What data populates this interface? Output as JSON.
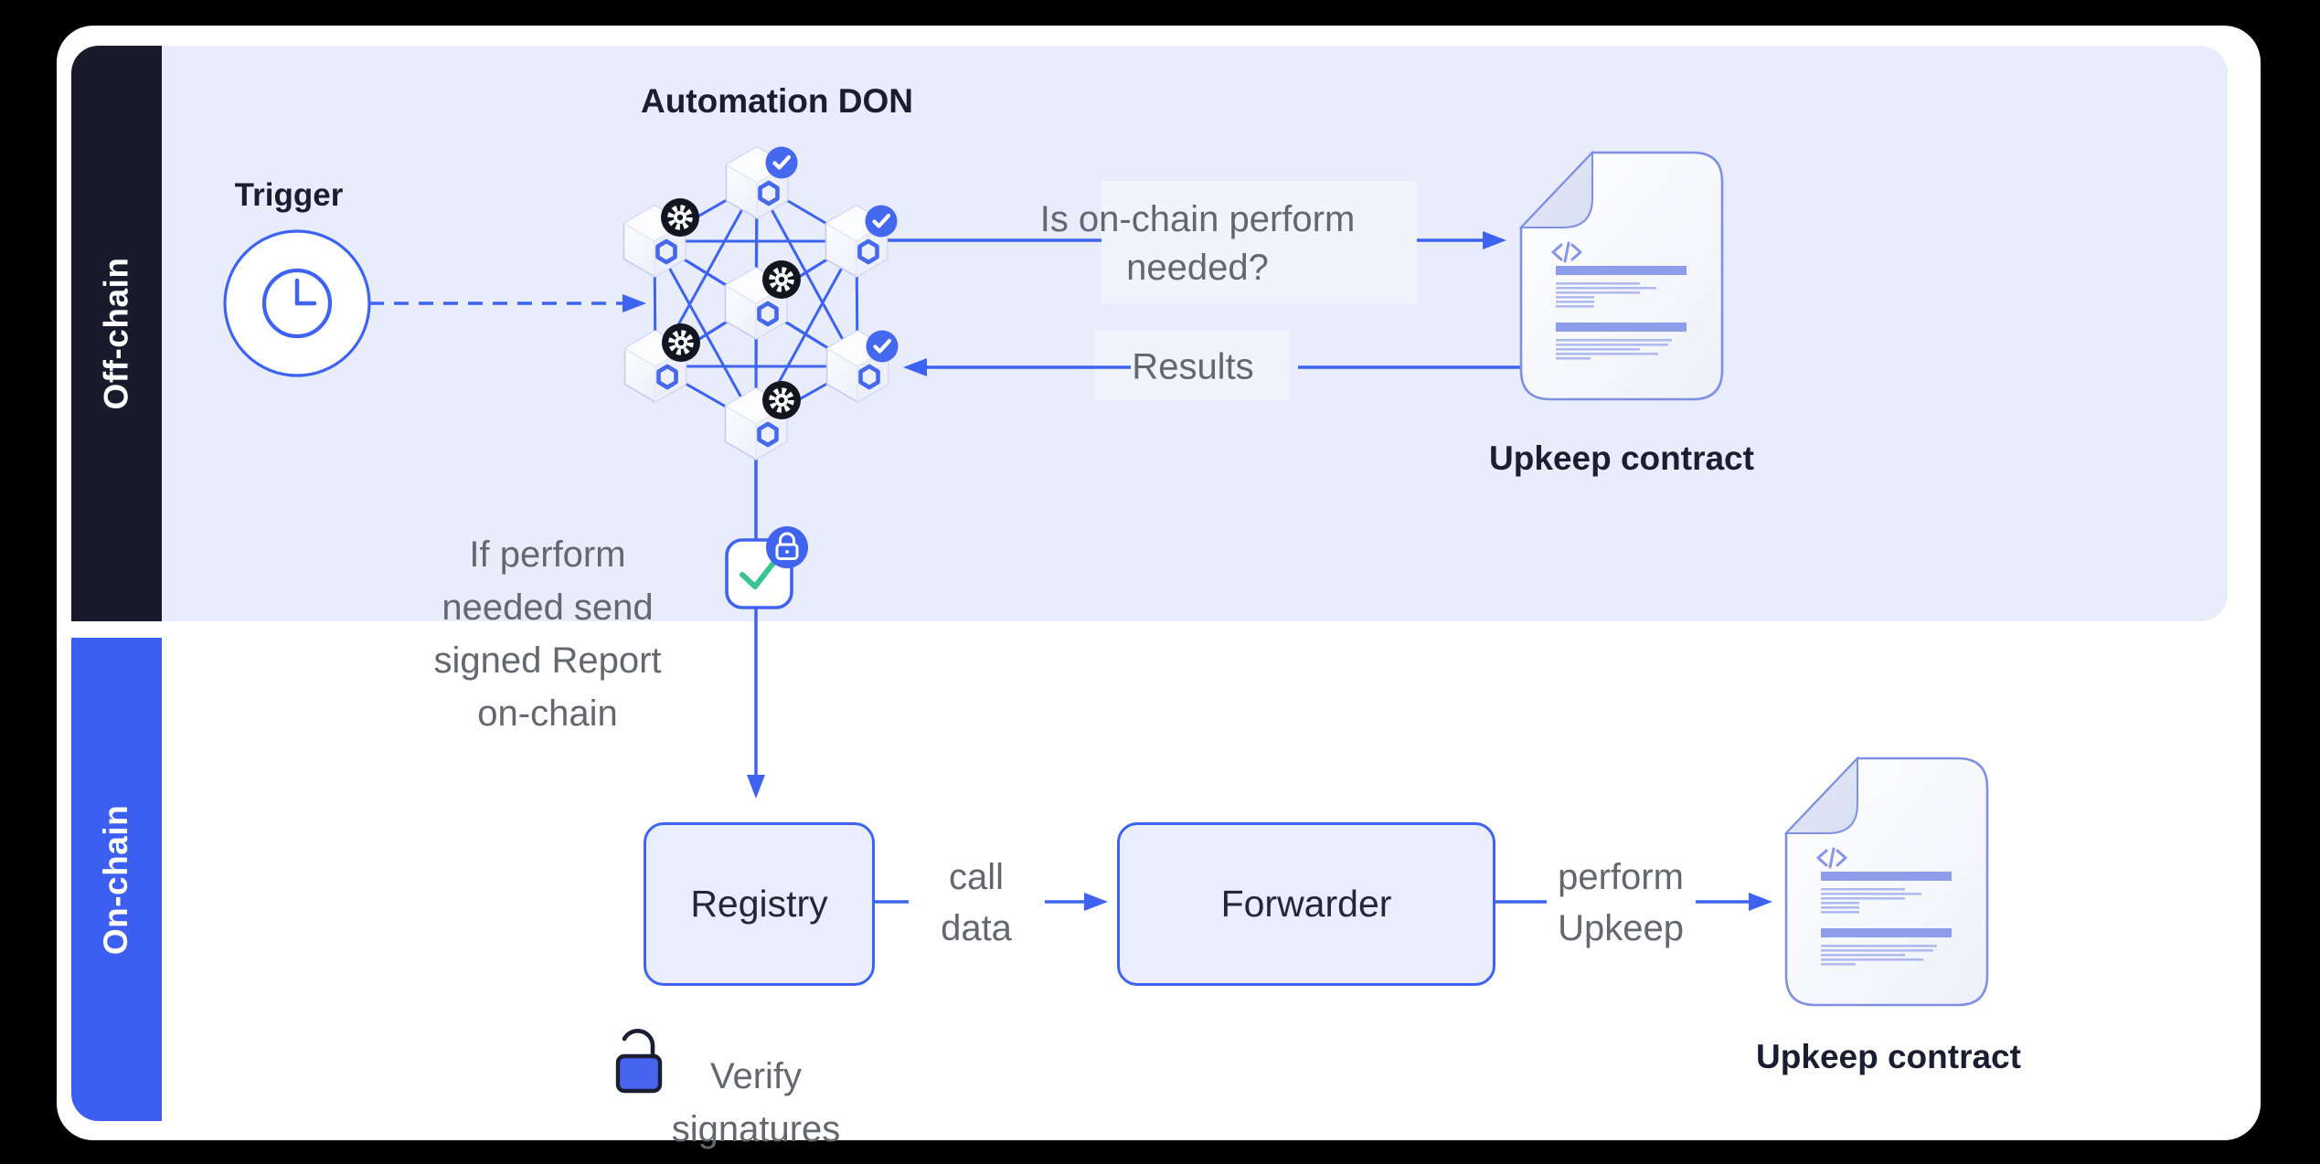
{
  "frame": {
    "off_chain_label": "Off-chain",
    "on_chain_label": "On-chain"
  },
  "off_chain": {
    "trigger_label": "Trigger",
    "don_title": "Automation DON",
    "question_line1": "Is on-chain perform",
    "question_line2": "needed?",
    "results_label": "Results",
    "upkeep_contract_label": "Upkeep contract",
    "report_note_line1": "If perform",
    "report_note_line2": "needed send",
    "report_note_line3": "signed Report",
    "report_note_line4": "on-chain"
  },
  "on_chain": {
    "registry_label": "Registry",
    "call_data_line1": "call",
    "call_data_line2": "data",
    "forwarder_label": "Forwarder",
    "perform_upkeep_line1": "perform",
    "perform_upkeep_line2": "Upkeep",
    "upkeep_contract_label": "Upkeep contract",
    "verify_line1": "Verify",
    "verify_line2": "signatures"
  },
  "colors": {
    "accent_blue": "#3E63F1",
    "tab_blue": "#3D5FF1",
    "dark_navy": "#191A2B",
    "offchain_bg": "#E9ECFA",
    "check_badge_blue": "#4468EE",
    "gear_badge_black": "#14151E",
    "success_green": "#3CC48D",
    "doc_border": "#7E90E2",
    "gray_text": "#64676E"
  }
}
